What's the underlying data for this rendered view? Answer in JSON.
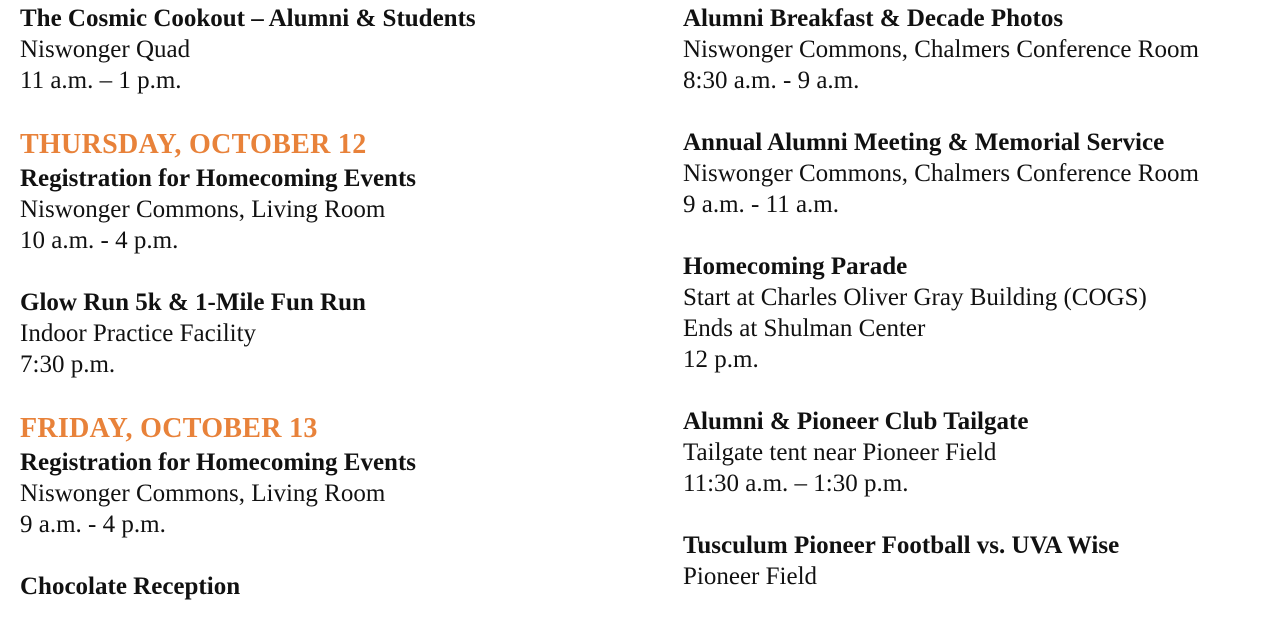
{
  "left_column": {
    "intro_event": {
      "title": "The Cosmic Cookout – Alumni & Students",
      "location": "Niswonger Quad",
      "time": "11 a.m. – 1 p.m."
    },
    "thursday": {
      "heading": "THURSDAY, OCTOBER 12",
      "events": [
        {
          "title": "Registration for Homecoming Events",
          "location": "Niswonger Commons, Living Room",
          "time": "10 a.m. - 4 p.m."
        },
        {
          "title": "Glow Run 5k & 1-Mile Fun Run",
          "location": "Indoor Practice Facility",
          "time": "7:30 p.m."
        }
      ]
    },
    "friday": {
      "heading": "FRIDAY, OCTOBER 13",
      "events": [
        {
          "title": "Registration for Homecoming Events",
          "location": "Niswonger Commons, Living Room",
          "time": "9 a.m. - 4 p.m."
        },
        {
          "title": "Chocolate Reception"
        }
      ]
    }
  },
  "right_column": {
    "events": [
      {
        "title": "Alumni Breakfast & Decade Photos",
        "lines": [
          "Niswonger Commons, Chalmers Conference Room",
          "8:30 a.m. - 9 a.m."
        ]
      },
      {
        "title": "Annual Alumni Meeting & Memorial Service",
        "lines": [
          "Niswonger Commons, Chalmers Conference Room",
          "9 a.m. - 11 a.m."
        ]
      },
      {
        "title": "Homecoming Parade",
        "lines": [
          "Start at Charles Oliver Gray Building (COGS)",
          "Ends at Shulman Center",
          "12 p.m."
        ]
      },
      {
        "title": "Alumni & Pioneer Club Tailgate",
        "lines": [
          "Tailgate tent near Pioneer Field",
          "11:30 a.m. – 1:30 p.m."
        ]
      },
      {
        "title": "Tusculum Pioneer Football vs. UVA Wise",
        "lines": [
          "Pioneer Field"
        ]
      }
    ]
  },
  "colors": {
    "heading": "#e8823a",
    "text": "#111111"
  }
}
